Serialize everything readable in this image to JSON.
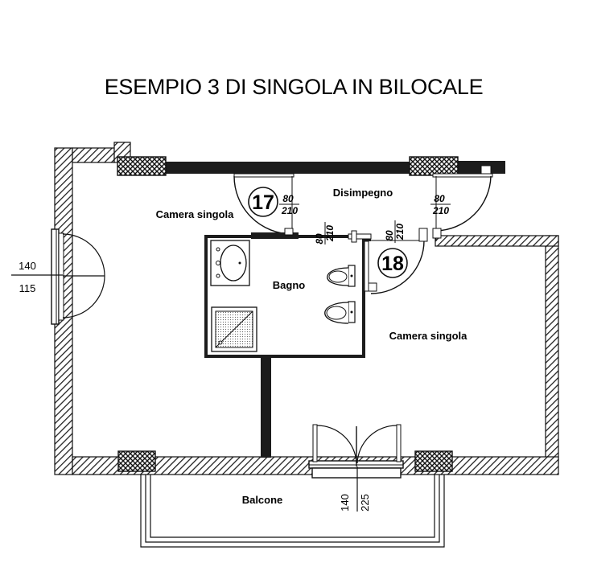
{
  "title": "ESEMPIO 3 DI SINGOLA IN BILOCALE",
  "rooms": {
    "camera_left": "Camera singola",
    "disimpegno": "Disimpegno",
    "bagno": "Bagno",
    "camera_right": "Camera singola",
    "balcone": "Balcone"
  },
  "doors": {
    "d17": {
      "number": "17",
      "width": "80",
      "height": "210"
    },
    "d_disimpegno": {
      "width": "80",
      "height": "210"
    },
    "d_bagno": {
      "width": "80",
      "height": "210"
    },
    "d18": {
      "number": "18",
      "width": "80",
      "height": "210"
    }
  },
  "window_left": {
    "width": "140",
    "height": "115"
  },
  "window_balcony": {
    "width": "140",
    "height": "225"
  }
}
